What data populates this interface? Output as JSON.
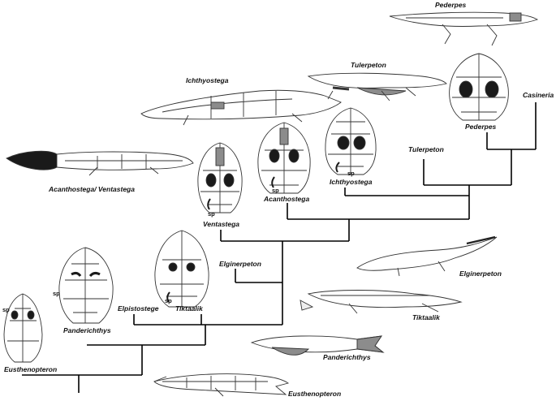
{
  "figure": {
    "taxa": {
      "eusthenopteron": "Eusthenopteron",
      "panderichthys": "Panderichthys",
      "elpistostege": "Elpistostege",
      "tiktaalik": "Tiktaalik",
      "elginerpeton": "Elginerpeton",
      "ventastega": "Ventastega",
      "acanthostega": "Acanthostega",
      "ichthyostega": "Ichthyostega",
      "tulerpeton": "Tulerpeton",
      "pederpes": "Pederpes",
      "casineria": "Casineria",
      "acanthostega_ventastega": "Acanthostega/ Ventastega"
    },
    "sp_label": "sp"
  },
  "colors": {
    "line": "#000000",
    "fill_dark": "#1a1a1a",
    "fill_grey": "#8c8c8c",
    "outline": "#333333"
  }
}
